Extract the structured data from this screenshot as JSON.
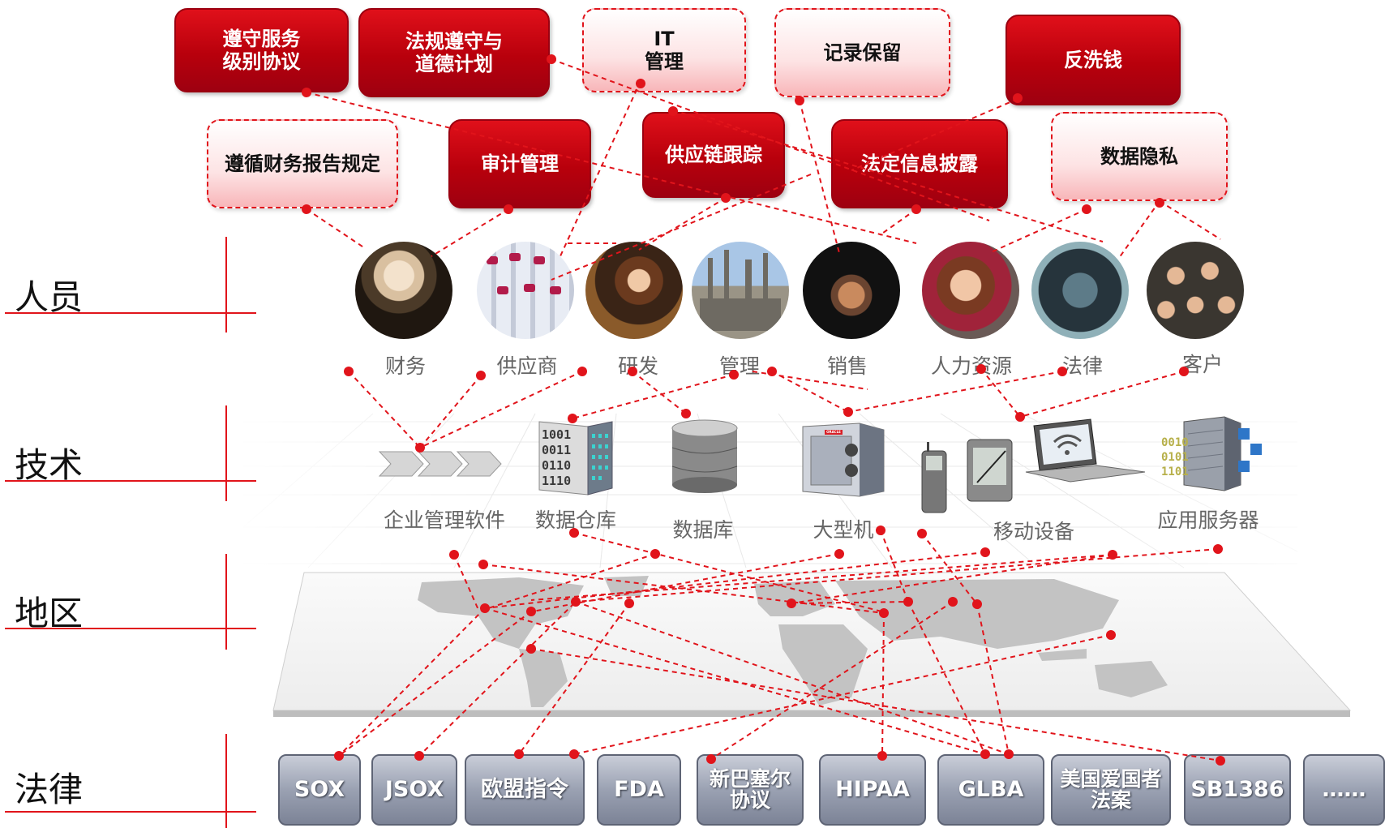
{
  "categories": {
    "people": "人员",
    "tech": "技术",
    "region": "地区",
    "law": "法律"
  },
  "compliance": {
    "sla": "遵守服务\n级别协议",
    "ethics": "法规遵守与\n道德计划",
    "it": "IT\n管理",
    "records": "记录保留",
    "aml": "反洗钱",
    "financial": "遵循财务报告规定",
    "audit": "审计管理",
    "supply": "供应链跟踪",
    "disclosure": "法定信息披露",
    "privacy": "数据隐私"
  },
  "people": {
    "finance": "财务",
    "supplier": "供应商",
    "rnd": "研发",
    "management": "管理",
    "sales": "销售",
    "hr": "人力资源",
    "legal": "法律",
    "customer": "客户"
  },
  "tech": {
    "erp": "企业管理软件",
    "warehouse": "数据仓库",
    "database": "数据库",
    "mainframe": "大型机",
    "mobile": "移动设备",
    "appserver": "应用服务器",
    "binary_warehouse": "1001\n0011\n0110\n1110",
    "binary_server": "0010\n0101\n1101",
    "mainframe_badge": "ORACLE"
  },
  "laws": {
    "sox": "SOX",
    "jsox": "JSOX",
    "eu": "欧盟指令",
    "fda": "FDA",
    "basel": "新巴塞尔\n协议",
    "hipaa": "HIPAA",
    "glba": "GLBA",
    "patriot": "美国爱国者\n法案",
    "sb1386": "SB1386",
    "more": "……"
  },
  "colors": {
    "accent_red": "#e1141b",
    "dark_box": "#b8000c",
    "law_button": "#8f96a8",
    "label_gray": "#666666"
  }
}
